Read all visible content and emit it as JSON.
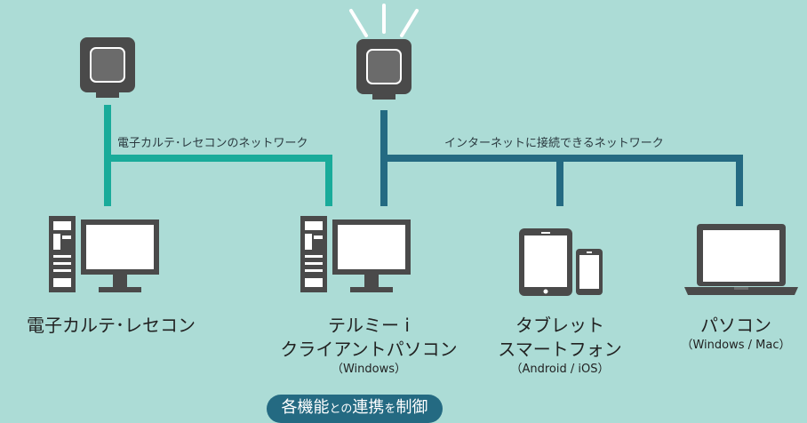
{
  "colors": {
    "background": "#acdcd6",
    "emr_network": "#19ab9a",
    "internet_network": "#246a82",
    "device_dark": "#4a4a4a",
    "device_mid": "#6b6b6b",
    "screen": "#ffffff"
  },
  "networks": {
    "emr_label": "電子カルテ･レセコンのネットワーク",
    "internet_label": "インターネットに接続できるネットワーク"
  },
  "devices": {
    "emr": {
      "line1": "電子カルテ･レセコン",
      "icon": "desktop-pc-icon"
    },
    "telmie": {
      "line1": "テルミー i",
      "line2": "クライアントパソコン",
      "line3": "（Windows）",
      "icon": "desktop-pc-icon"
    },
    "tablet": {
      "line1": "タブレット",
      "line2": "スマートフォン",
      "line3": "（Android / iOS）",
      "icon": "tablet-smartphone-icon"
    },
    "pc": {
      "line1": "パソコン",
      "line2": "（Windows / Mac）",
      "icon": "laptop-icon"
    }
  },
  "routers": {
    "left": {
      "icon": "router-icon"
    },
    "right": {
      "icon": "wifi-router-icon"
    }
  },
  "footer": {
    "part1": "各機能",
    "part2": "との",
    "part3": "連携",
    "part4": "を",
    "part5": "制御"
  }
}
